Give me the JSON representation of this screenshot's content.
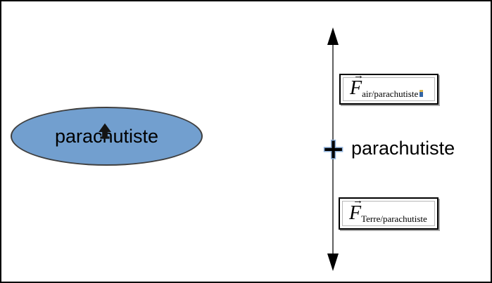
{
  "diagram": {
    "ellipse": {
      "label": "parachutiste"
    },
    "system_point": {
      "plus_symbol": "+",
      "label": "parachutiste"
    },
    "forces": {
      "air": {
        "vector_arrow": "→",
        "symbol": "F",
        "subscript": "air/parachutiste"
      },
      "earth": {
        "vector_arrow": "→",
        "symbol": "F",
        "subscript": "Terre/parachutiste"
      }
    },
    "colors": {
      "background": "#ffffff",
      "frame_border": "#000000",
      "ellipse_fill": "#729fcf",
      "ellipse_border": "#404040",
      "axis_line": "#5f5f5f",
      "arrowhead": "#000000",
      "plus_fill": "#000000",
      "plus_outline": "#92b4de",
      "box_border": "#000000",
      "box_inner_border": "#b8b8b8",
      "box_shadow": "#a8a8a8",
      "caret_blue": "#3465a4",
      "caret_yellow": "#d8b44c"
    }
  }
}
